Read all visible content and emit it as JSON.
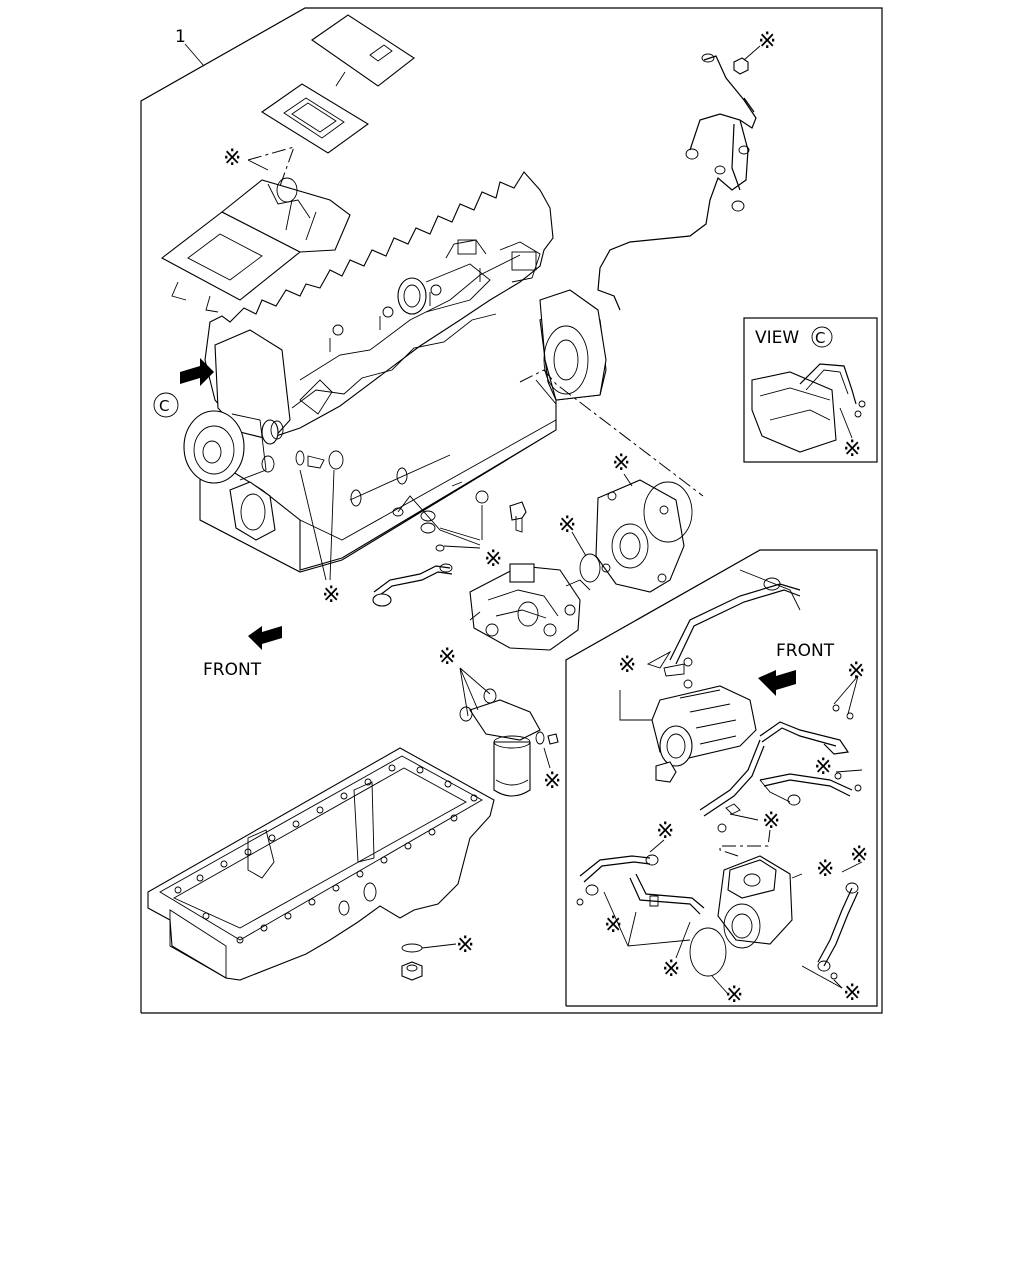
{
  "labels": {
    "part_number": "1",
    "view_label": "VIEW",
    "view_letter": "C",
    "callout_letter": "C",
    "front_left": "FRONT",
    "front_right": "FRONT",
    "asterisk": "※"
  }
}
